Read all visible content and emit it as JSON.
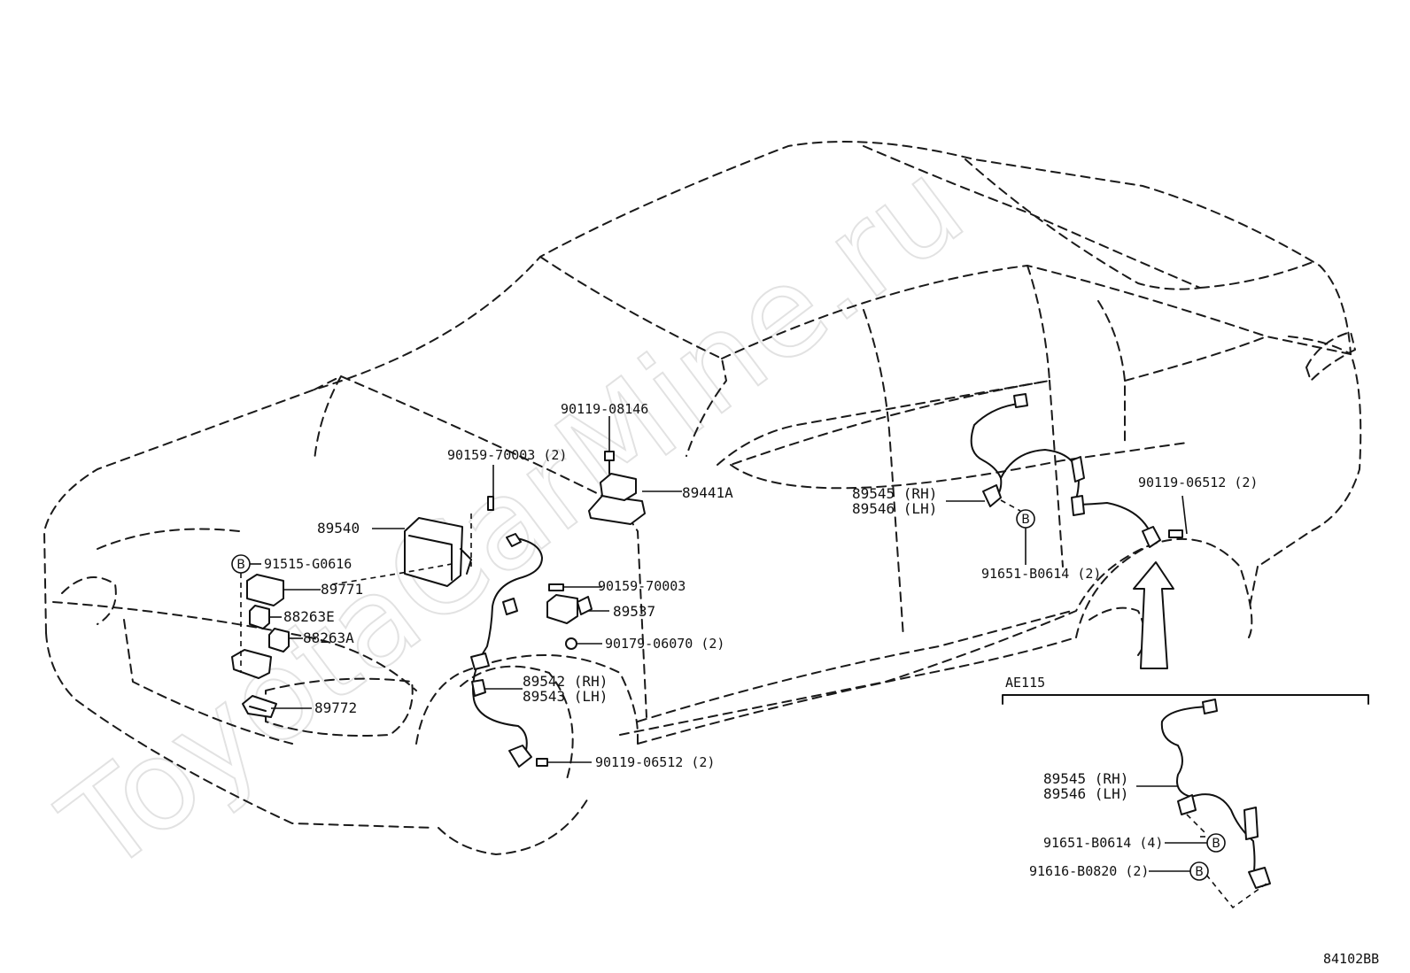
{
  "watermark": "ToyotaCarMine.ru",
  "diagram_code": "84102BB",
  "inset_label": "AE115",
  "callout_letter": "B",
  "labels": {
    "p90119_08146": "90119-08146",
    "p90159_70003_2": "90159-70003 (2)",
    "p89441A": "89441A",
    "p89540": "89540",
    "p91515": "91515-G0616",
    "p89771": "89771",
    "p88263E": "88263E",
    "p88263A": "88263A",
    "p89772": "89772",
    "p90159_70003": "90159-70003",
    "p89537": "89537",
    "p90179": "90179-06070 (2)",
    "p89542": "89542 (RH)",
    "p89543": "89543 (LH)",
    "p90119_06512_front": "90119-06512 (2)",
    "p89545": "89545 (RH)",
    "p89546": "89546 (LH)",
    "p90119_06512_rear": "90119-06512 (2)",
    "p91651_2": "91651-B0614 (2)",
    "inset_89545": "89545 (RH)",
    "inset_89546": "89546 (LH)",
    "inset_91651_4": "91651-B0614 (4)",
    "inset_91616": "91616-B0820 (2)"
  }
}
